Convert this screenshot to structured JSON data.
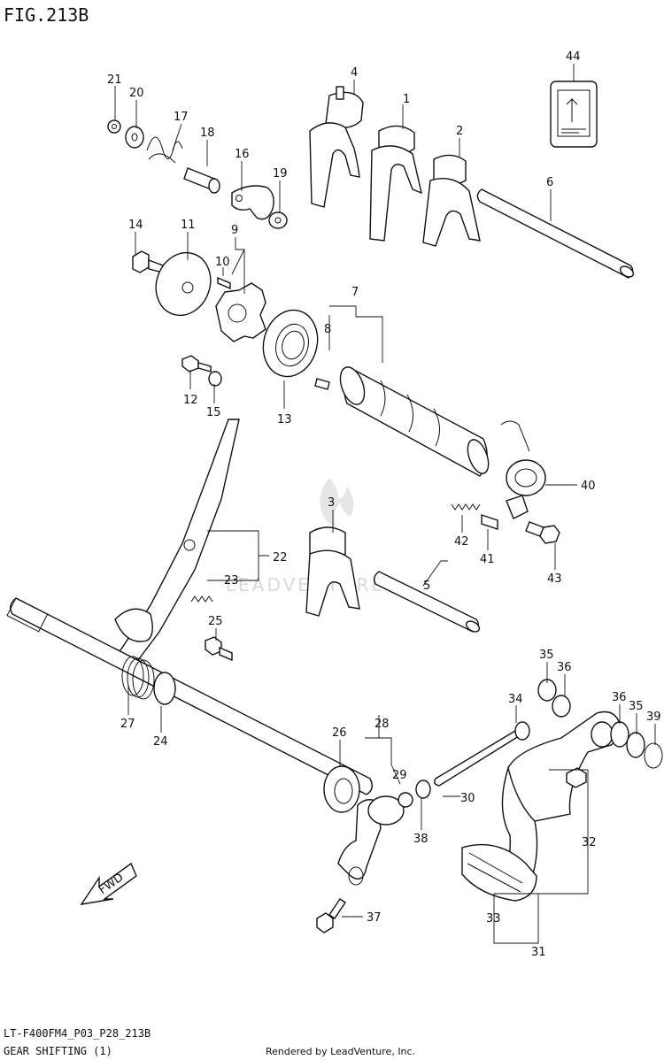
{
  "figure": {
    "title": "FIG.213B",
    "model_code": "LT-F400FM4_P03_P28_213B",
    "caption": "GEAR SHIFTING (1)",
    "credit": "Rendered by LeadVenture, Inc.",
    "watermark": "LEADVENTURE",
    "fwd_label": "FWD"
  },
  "callouts": [
    {
      "id": "1"
    },
    {
      "id": "2"
    },
    {
      "id": "3"
    },
    {
      "id": "4"
    },
    {
      "id": "5"
    },
    {
      "id": "6"
    },
    {
      "id": "7"
    },
    {
      "id": "8"
    },
    {
      "id": "9"
    },
    {
      "id": "10"
    },
    {
      "id": "11"
    },
    {
      "id": "12"
    },
    {
      "id": "13"
    },
    {
      "id": "14"
    },
    {
      "id": "15"
    },
    {
      "id": "16"
    },
    {
      "id": "17"
    },
    {
      "id": "18"
    },
    {
      "id": "19"
    },
    {
      "id": "20"
    },
    {
      "id": "21"
    },
    {
      "id": "22"
    },
    {
      "id": "23"
    },
    {
      "id": "24"
    },
    {
      "id": "25"
    },
    {
      "id": "26"
    },
    {
      "id": "27"
    },
    {
      "id": "28"
    },
    {
      "id": "29"
    },
    {
      "id": "30"
    },
    {
      "id": "31"
    },
    {
      "id": "32"
    },
    {
      "id": "33"
    },
    {
      "id": "34"
    },
    {
      "id": "35a",
      "text": "35"
    },
    {
      "id": "35b",
      "text": "35"
    },
    {
      "id": "36a",
      "text": "36"
    },
    {
      "id": "36b",
      "text": "36"
    },
    {
      "id": "37"
    },
    {
      "id": "38"
    },
    {
      "id": "39"
    },
    {
      "id": "40"
    },
    {
      "id": "41"
    },
    {
      "id": "42"
    },
    {
      "id": "43"
    },
    {
      "id": "44"
    }
  ]
}
